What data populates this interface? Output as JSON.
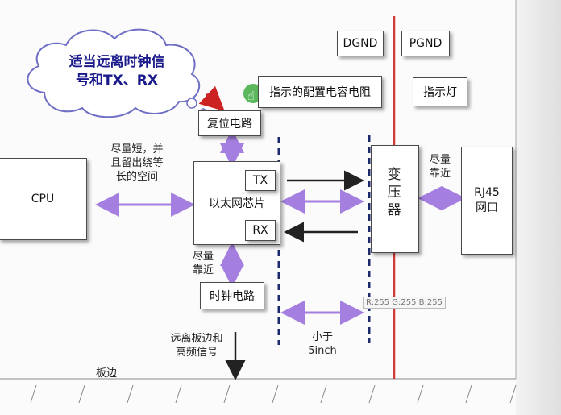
{
  "cloud": {
    "line1": "适当远离时钟信",
    "line2": "号和TX、RX"
  },
  "labels": {
    "dgnd": "DGND",
    "pgnd": "PGND",
    "indicator_config": "指示的配置电容电阻",
    "indicator_light": "指示灯",
    "reset": "复位电路",
    "cpu": "CPU",
    "ethernet_chip": "以太网芯片",
    "tx": "TX",
    "rx": "RX",
    "transformer": "变压器",
    "rj45_line1": "RJ45",
    "rj45_line2": "网口",
    "clock": "时钟电路"
  },
  "notes": {
    "short_line1": "尽量短，并",
    "short_line2": "且留出绕等",
    "short_line3": "长的空间",
    "close1_line1": "尽量",
    "close1_line2": "靠近",
    "close2_line1": "尽量",
    "close2_line2": "靠近",
    "less_line1": "小于",
    "less_line2": "5inch",
    "away_line1": "远离板边和",
    "away_line2": "高频信号",
    "board_edge": "板边",
    "rgb_tip": "R:255 G:255 B:255"
  },
  "colors": {
    "purple_arrow": "#a47fe0",
    "black_arrow": "#222222",
    "red_line": "#d23a3a",
    "dashed_line": "#1b2a6b",
    "green_dot": "#5cb85c"
  }
}
